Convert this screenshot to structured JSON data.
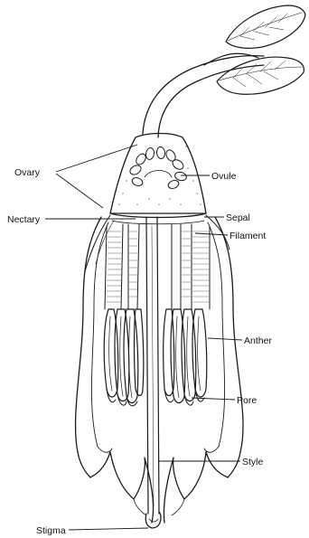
{
  "labels": {
    "ovary": "Ovary",
    "ovule": "Ovule",
    "nectary": "Nectary",
    "sepal": "Sepal",
    "filament": "Filament",
    "anther": "Anther",
    "pore": "Pore",
    "style": "Style",
    "stigma": "Stigma"
  }
}
